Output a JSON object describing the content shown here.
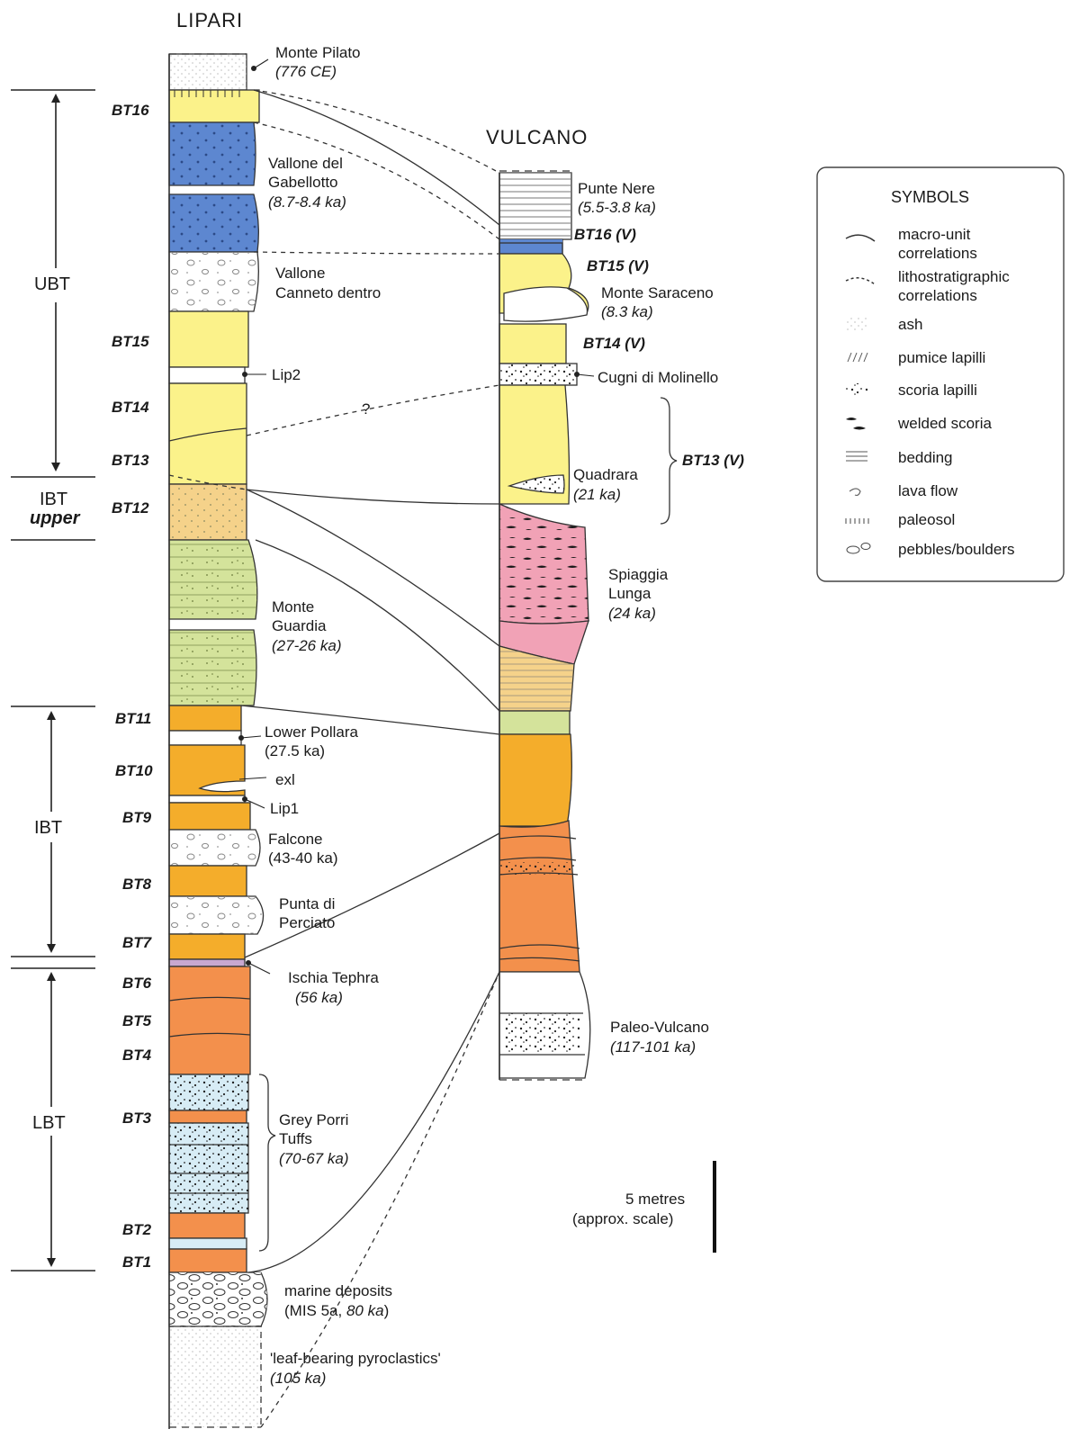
{
  "titles": {
    "lipari": "LIPARI",
    "vulcano": "VULCANO"
  },
  "colors": {
    "yellow": "#fbf28a",
    "blue": "#5d87d0",
    "tan": "#f5d28a",
    "green": "#d4e39b",
    "orange_dark": "#f4ad2b",
    "orange_red": "#f3904c",
    "pink": "#f1a2b6",
    "lavender": "#c8a8d0",
    "light_blue": "#d7ecf5",
    "white": "#ffffff"
  },
  "macro_units": {
    "ubt": "UBT",
    "ibt_upper_1": "IBT",
    "ibt_upper_2": "upper",
    "ibt": "IBT",
    "lbt": "LBT"
  },
  "bt_labels": [
    "BT16",
    "BT15",
    "BT14",
    "BT13",
    "BT12",
    "BT11",
    "BT10",
    "BT9",
    "BT8",
    "BT7",
    "BT6",
    "BT5",
    "BT4",
    "BT3",
    "BT2",
    "BT1"
  ],
  "lipari_units": {
    "monte_pilato": "Monte Pilato",
    "monte_pilato_age": "(776 CE)",
    "gabellotto_1": "Vallone del",
    "gabellotto_2": "Gabellotto",
    "gabellotto_age": "(8.7-8.4 ka)",
    "canneto_1": "Vallone",
    "canneto_2": "Canneto dentro",
    "lip2": "Lip2",
    "question": "?",
    "guardia_1": "Monte",
    "guardia_2": "Guardia",
    "guardia_age": "(27-26 ka)",
    "pollara_1": "Lower Pollara",
    "pollara_2": "(27.5 ka)",
    "exl": "exl",
    "lip1": "Lip1",
    "falcone_1": "Falcone",
    "falcone_2": "(43-40 ka)",
    "perciato_1": "Punta di",
    "perciato_2": "Perciato",
    "ischia_1": "Ischia Tephra",
    "ischia_age": "(56 ka)",
    "porri_1": "Grey Porri",
    "porri_2": "Tuffs",
    "porri_age": "(70-67 ka)",
    "marine_1": "marine deposits",
    "marine_2a": "(MIS 5a, ",
    "marine_2b": "80 ka",
    "marine_2c": ")",
    "leaf_1": "'leaf-bearing pyroclastics'",
    "leaf_age": "(105 ka)"
  },
  "vulcano_units": {
    "punte_nere": "Punte Nere",
    "punte_nere_age": "(5.5-3.8 ka)",
    "bt16v": "BT16 (V)",
    "bt15v": "BT15 (V)",
    "saraceno": "Monte Saraceno",
    "saraceno_age": "(8.3 ka)",
    "bt14v": "BT14 (V)",
    "molinello": "Cugni di Molinello",
    "quadrara": "Quadrara",
    "quadrara_age": "(21 ka)",
    "bt13v": "BT13 (V)",
    "spiaggia_1": "Spiaggia",
    "spiaggia_2": "Lunga",
    "spiaggia_age": "(24 ka)",
    "paleo": "Paleo-Vulcano",
    "paleo_age": "(117-101 ka)"
  },
  "symbols": {
    "title": "SYMBOLS",
    "items": [
      {
        "icon": "macro-unit-line-icon",
        "line1": "macro-unit",
        "line2": "correlations"
      },
      {
        "icon": "litho-dashed-line-icon",
        "line1": "lithostratigraphic",
        "line2": "correlations"
      },
      {
        "icon": "ash-icon",
        "line1": "ash",
        "line2": ""
      },
      {
        "icon": "pumice-icon",
        "line1": "pumice lapilli",
        "line2": ""
      },
      {
        "icon": "scoria-icon",
        "line1": "scoria lapilli",
        "line2": ""
      },
      {
        "icon": "welded-scoria-icon",
        "line1": "welded scoria",
        "line2": ""
      },
      {
        "icon": "bedding-icon",
        "line1": "bedding",
        "line2": ""
      },
      {
        "icon": "lava-flow-icon",
        "line1": "lava flow",
        "line2": ""
      },
      {
        "icon": "paleosol-icon",
        "line1": "paleosol",
        "line2": ""
      },
      {
        "icon": "pebbles-icon",
        "line1": "pebbles/boulders",
        "line2": ""
      }
    ]
  },
  "scale": {
    "line1": "5 metres",
    "line2": "(approx. scale)"
  }
}
